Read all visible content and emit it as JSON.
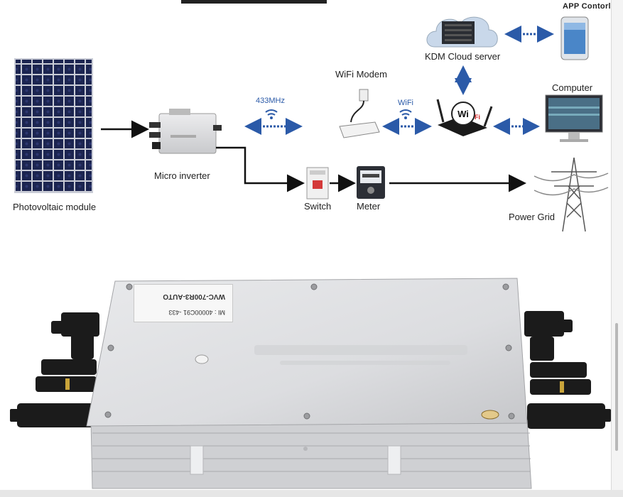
{
  "diagram": {
    "labels": {
      "app_control": "APP Contorl",
      "cloud_server": "KDM Cloud server",
      "wifi_modem": "WiFi Modem",
      "computer": "Computer",
      "freq_433": "433MHz",
      "wifi": "WiFi",
      "micro_inverter": "Micro inverter",
      "photovoltaic": "Photovoltaic module",
      "switch": "Switch",
      "meter": "Meter",
      "power_grid": "Power Grid"
    }
  },
  "product": {
    "sticker_model": "WVC-700R3-AUTO",
    "sticker_id": "MI : 40000C91 -433"
  },
  "colors": {
    "arrow_black": "#111111",
    "link_blue": "#2b5aa8",
    "panel_navy": "#1c2550",
    "inverter_silver": "#d9dadc"
  }
}
